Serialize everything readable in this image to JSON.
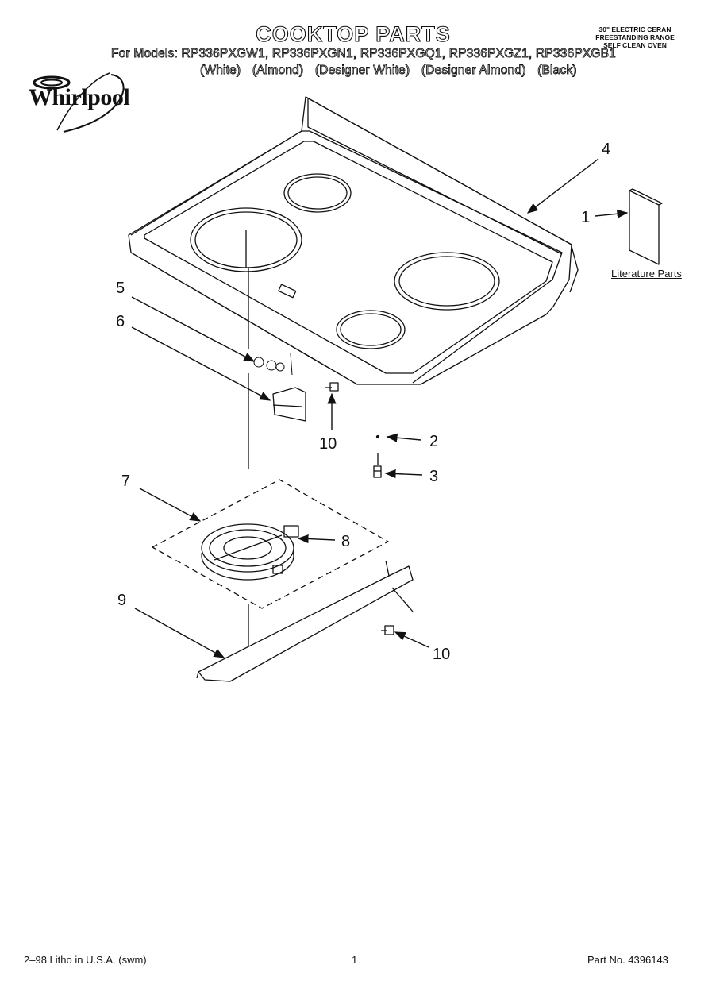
{
  "header": {
    "title": "COOKTOP PARTS",
    "spec_lines": [
      "30\" ELECTRIC CERAN",
      "FREESTANDING RANGE",
      "SELF CLEAN OVEN"
    ],
    "models_line": "For Models: RP336PXGW1, RP336PXGN1, RP336PXGQ1, RP336PXGZ1, RP336PXGB1",
    "colors": [
      "(White)",
      "(Almond)",
      "(Designer White)",
      "(Designer Almond)",
      "(Black)"
    ]
  },
  "brand": {
    "name": "Whirlpool"
  },
  "callouts": {
    "c1": "1",
    "c2": "2",
    "c3": "3",
    "c4": "4",
    "c5": "5",
    "c6": "6",
    "c7": "7",
    "c8": "8",
    "c9": "9",
    "c10a": "10",
    "c10b": "10"
  },
  "literature_label": "Literature Parts",
  "footer": {
    "litho": "2–98 Litho in U.S.A. (swm)",
    "page": "1",
    "part_no": "Part No. 4396143"
  }
}
